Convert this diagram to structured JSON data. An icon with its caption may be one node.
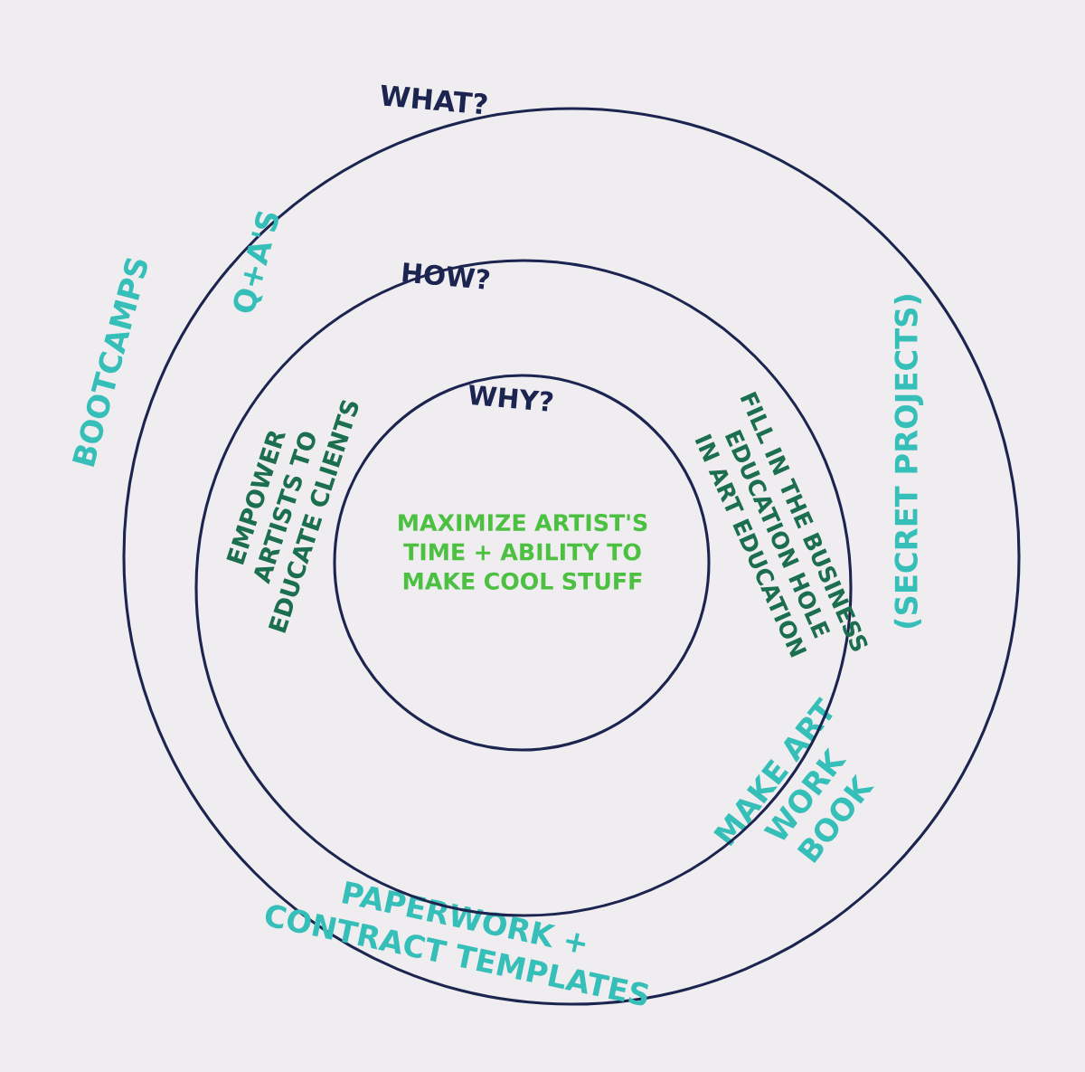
{
  "diagram": {
    "nodes": [
      {
        "text": [
          "WHAT?",
          "BOOTCAMPS",
          "Q+A'S",
          "(SECRET PROJECTS)",
          "MAKE ART WORK BOOK",
          "PAPERWORK + CONTRACT TEMPLATES"
        ]
      },
      {
        "text": [
          "HOW?",
          "EMPOWER ARTISTS TO EDUCATE CLIENTS",
          "FILL IN THE BUSINESS EDUCATION HOLE IN ART EDUCATION"
        ],
        "in": 0
      },
      {
        "text": [
          "WHY?",
          "MAXIMIZE ARTIST'S TIME + ABILITY TO MAKE COOL STUFF"
        ],
        "in": 1
      }
    ]
  }
}
